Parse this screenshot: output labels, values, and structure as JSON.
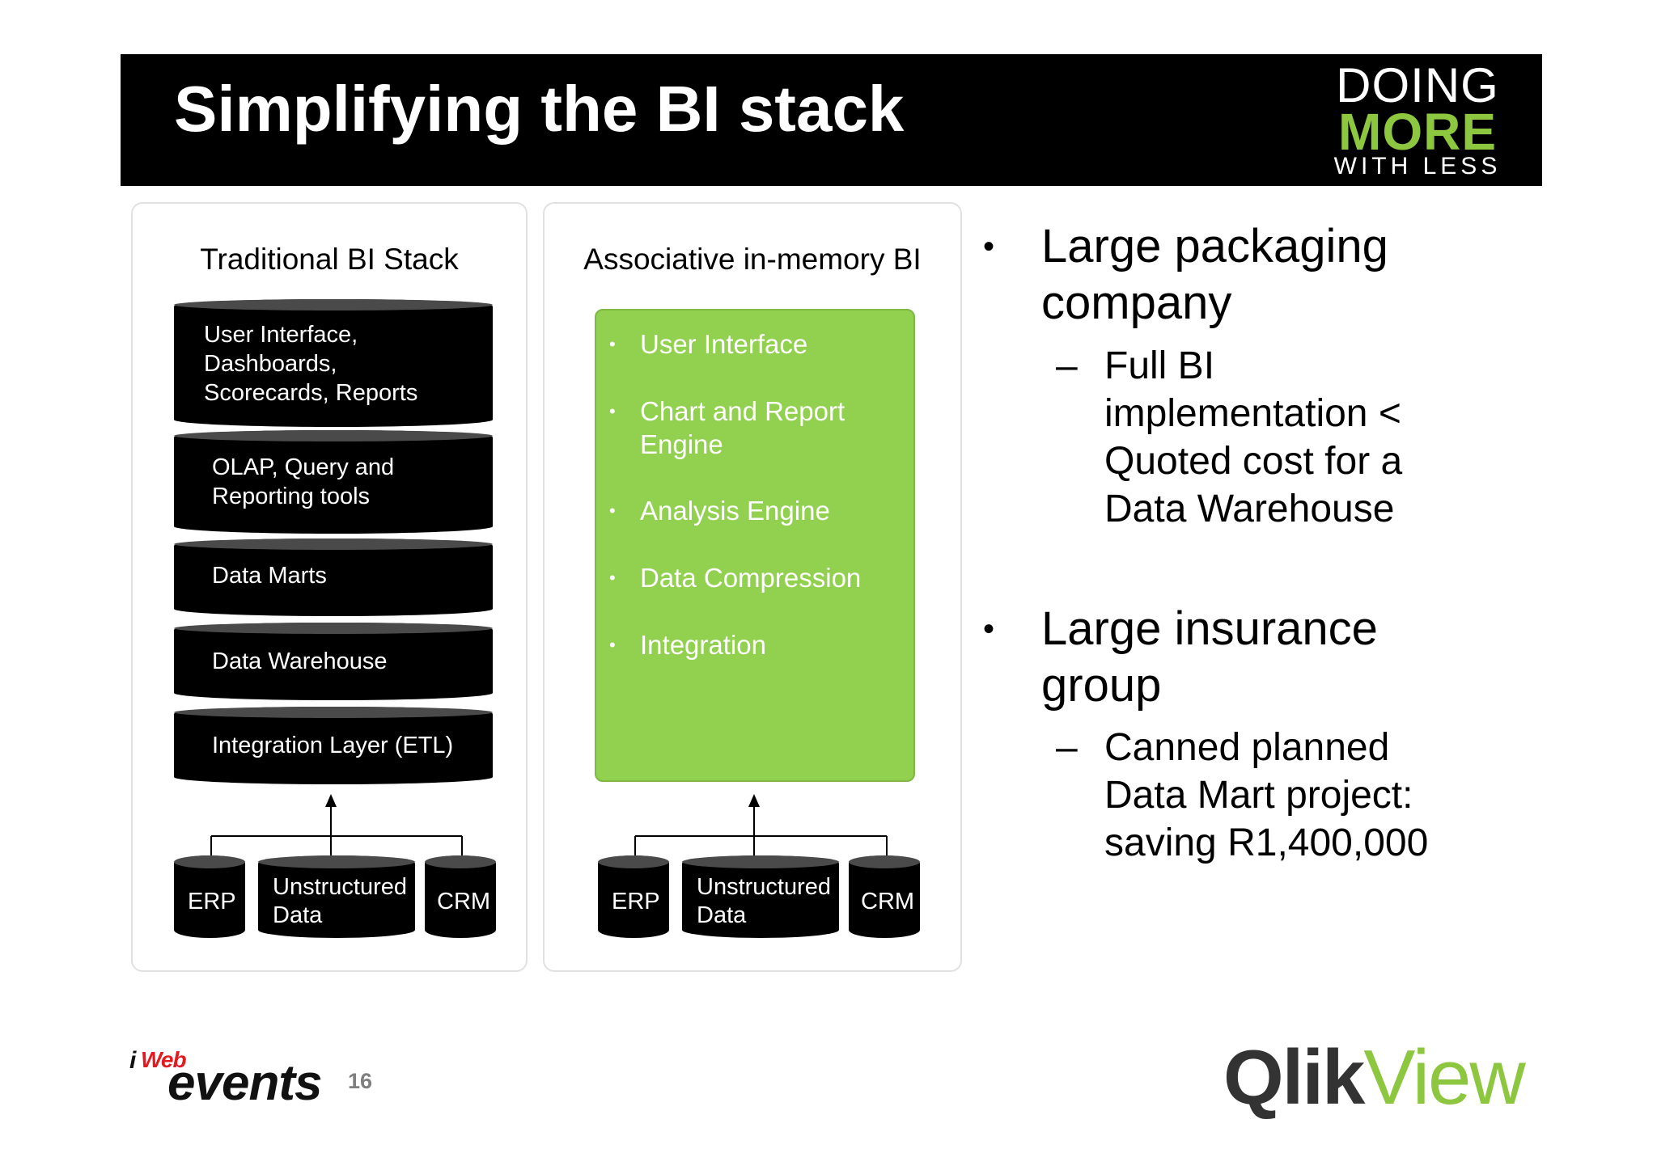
{
  "slide": {
    "title": "Simplifying the BI stack",
    "page_number": "16"
  },
  "badge": {
    "line1": "DOING",
    "line2": "MORE",
    "line3": "WITH LESS"
  },
  "traditional": {
    "title": "Traditional BI Stack",
    "layers": [
      {
        "lines": [
          "User Interface,",
          "Dashboards,",
          "Scorecards, Reports"
        ]
      },
      {
        "lines": [
          "OLAP, Query and",
          "Reporting tools"
        ]
      },
      {
        "lines": [
          "Data Marts"
        ]
      },
      {
        "lines": [
          "Data Warehouse"
        ]
      },
      {
        "lines": [
          "Integration Layer (ETL)"
        ]
      }
    ],
    "sources": [
      {
        "lines": [
          "ERP"
        ]
      },
      {
        "lines": [
          "Unstructured",
          "Data"
        ]
      },
      {
        "lines": [
          "CRM"
        ]
      }
    ]
  },
  "associative": {
    "title": "Associative in-memory BI",
    "items": [
      {
        "lines": [
          "User Interface"
        ]
      },
      {
        "lines": [
          "Chart and Report",
          "Engine"
        ]
      },
      {
        "lines": [
          "Analysis Engine"
        ]
      },
      {
        "lines": [
          "Data Compression"
        ]
      },
      {
        "lines": [
          "Integration"
        ]
      }
    ],
    "sources": [
      {
        "lines": [
          "ERP"
        ]
      },
      {
        "lines": [
          "Unstructured",
          "Data"
        ]
      },
      {
        "lines": [
          "CRM"
        ]
      }
    ]
  },
  "bullets": [
    {
      "main": [
        "Large packaging",
        "company"
      ],
      "sub": [
        "Full BI",
        "implementation <",
        "Quoted cost for a",
        "Data Warehouse"
      ]
    },
    {
      "main": [
        "Large insurance",
        "group"
      ],
      "sub": [
        "Canned planned",
        "Data Mart project:",
        "saving R1,400,000"
      ]
    }
  ],
  "footer": {
    "left_logo": {
      "i": "i",
      "web": "Web",
      "events": "events"
    },
    "right_logo": {
      "part1": "Qlik",
      "part2": "View"
    }
  },
  "colors": {
    "green": "#92d050",
    "badge_green": "#8dc63f",
    "title_bar": "#000000"
  },
  "icons": {
    "bullet": "•",
    "dash": "–",
    "arrow": "up-arrow-icon"
  }
}
